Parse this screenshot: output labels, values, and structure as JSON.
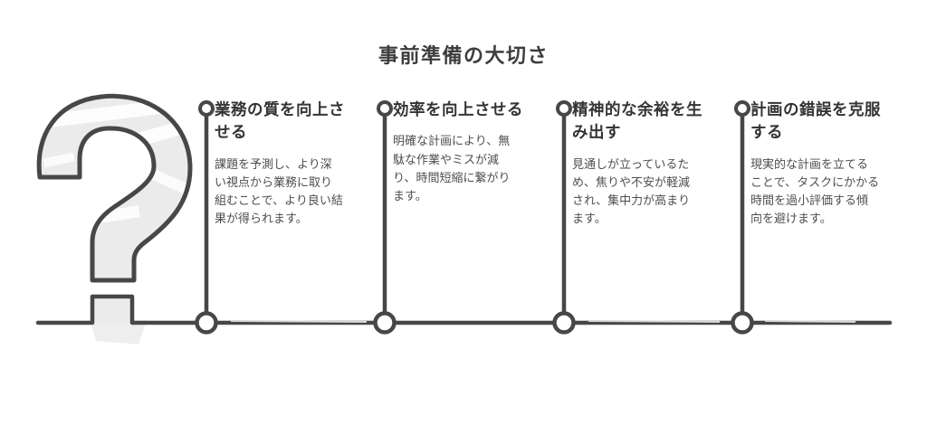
{
  "title": "事前準備の大切さ",
  "columns": [
    {
      "heading": "業務の質を向上さ\nせる",
      "body": "課題を予測し、より深\nい視点から業務に取り\n組むことで、より良い結\n果が得られます。"
    },
    {
      "heading": "効率を向上させる",
      "body": "明確な計画により、無\n駄な作業やミスが減\nり、時間短縮に繋がり\nます。"
    },
    {
      "heading": "精神的な余裕を生\nみ出す",
      "body": "見通しが立っているた\nめ、焦りや不安が軽減\nされ、集中力が高まり\nます。"
    },
    {
      "heading": "計画の錯誤を克服\nする",
      "body": "現実的な計画を立てる\nことで、タスクにかかる\n時間を過小評価する傾\n向を避けます。"
    }
  ],
  "icons": {
    "question_mark": "?"
  },
  "colors": {
    "outline": "#474747",
    "illustration_fill": "#ebebeb",
    "title_text": "#3d3d3d",
    "heading_text": "#343434",
    "body_text": "#4e4e4e",
    "background": "#ffffff"
  }
}
